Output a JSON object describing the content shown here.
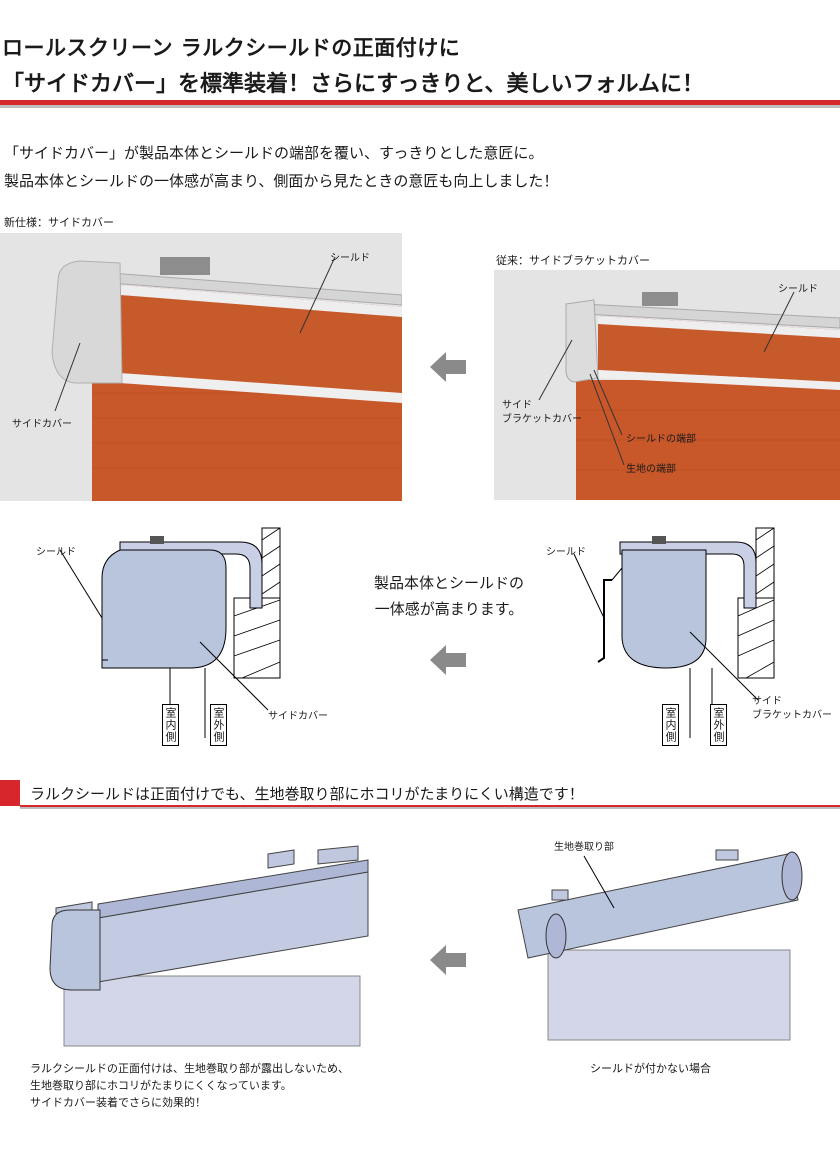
{
  "header": {
    "line1": "ロールスクリーン ラルクシールドの正面付けに",
    "line2": "「サイドカバー」を標準装着！さらにすっきりと、美しいフォルムに！"
  },
  "intro": {
    "line1": "「サイドカバー」が製品本体とシールドの端部を覆い、すっきりとした意匠に。",
    "line2": "製品本体とシールドの一体感が高まり、側面から見たときの意匠も向上しました！"
  },
  "photo_new": {
    "title": "新仕様：サイドカバー",
    "label_shield": "シールド",
    "label_cover": "サイドカバー"
  },
  "photo_old": {
    "title": "従来：サイドブラケットカバー",
    "label_shield": "シールド",
    "label_bracket_1": "サイド",
    "label_bracket_2": "ブラケットカバー",
    "label_shield_end": "シールドの端部",
    "label_fabric_end": "生地の端部"
  },
  "section_diagram": {
    "left_shield": "シールド",
    "left_cover": "サイドカバー",
    "indoor": "室内側",
    "outdoor": "室外側",
    "middle_line1": "製品本体とシールドの",
    "middle_line2": "一体感が高まります。",
    "right_shield": "シールド",
    "right_bracket_1": "サイド",
    "right_bracket_2": "ブラケットカバー",
    "indoor_r": "室内側",
    "outdoor_r": "室外側"
  },
  "section2": {
    "heading": "ラルクシールドは正面付けでも、生地巻取り部にホコリがたまりにくい構造です！",
    "right_label": "生地巻取り部",
    "left_note_1": "ラルクシールドの正面付けは、生地巻取り部が露出しないため、",
    "left_note_2": "生地巻取り部にホコリがたまりにくくなっています。",
    "left_note_3": "サイドカバー装着でさらに効果的！",
    "right_note": "シールドが付かない場合"
  },
  "colors": {
    "accent_red": "#d7262c",
    "fabric_orange": "#c8582a",
    "diagram_blue": "#b9c4dd",
    "arrow_grey": "#8a8a8a"
  }
}
